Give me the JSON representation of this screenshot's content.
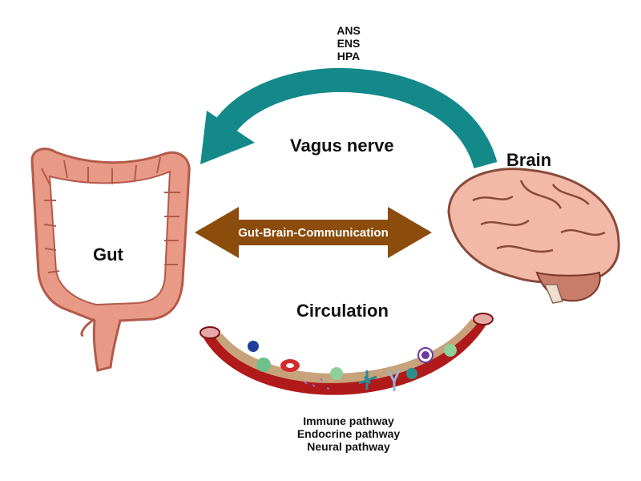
{
  "top_pathways": [
    "ANS",
    "ENS",
    "HPA"
  ],
  "vagus_label": "Vagus nerve",
  "brain_label": "Brain",
  "gut_label": "Gut",
  "communication_label": "Gut-Brain-Communication",
  "circulation_label": "Circulation",
  "bottom_pathways": [
    "Immune pathway",
    "Endocrine pathway",
    "Neural pathway"
  ],
  "colors": {
    "vagus_arrow": "#13898a",
    "communication_arrow": "#8b4c0c",
    "vessel_wall": "#b11a1a",
    "vessel_inner": "#c7a27a",
    "gut": "#e89a86",
    "brain": "#f2b8a8"
  },
  "icons": [
    "colon-illustration",
    "brain-illustration",
    "blood-vessel-illustration"
  ]
}
